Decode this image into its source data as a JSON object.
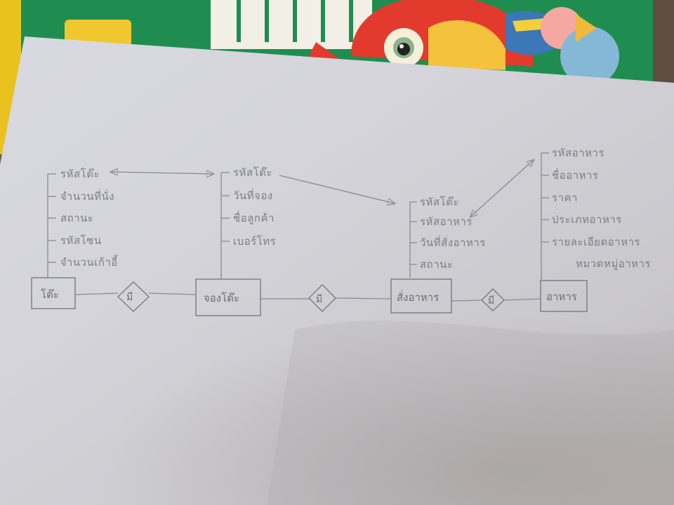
{
  "diagram": {
    "entities": [
      {
        "id": "table",
        "label": "โต๊ะ",
        "attributes": [
          "รหัสโต๊ะ",
          "จำนวนที่นั่ง",
          "สถานะ",
          "รหัสโซน",
          "จำนวนเก้าอี้"
        ]
      },
      {
        "id": "reserve",
        "label": "จองโต๊ะ",
        "attributes": [
          "รหัสโต๊ะ",
          "วันที่จอง",
          "ชื่อลูกค้า",
          "เบอร์โทร"
        ]
      },
      {
        "id": "order",
        "label": "สั่งอาหาร",
        "attributes": [
          "รหัสโต๊ะ",
          "รหัสอาหาร",
          "วันที่สั่งอาหาร",
          "สถานะ"
        ]
      },
      {
        "id": "food",
        "label": "อาหาร",
        "attributes": [
          "รหัสอาหาร",
          "ชื่ออาหาร",
          "ราคา",
          "ประเภทอาหาร",
          "รายละเอียดอาหาร",
          "หมวดหมู่อาหาร"
        ]
      }
    ],
    "relationships": [
      {
        "label": "มี",
        "from": "table",
        "to": "reserve"
      },
      {
        "label": "มี",
        "from": "reserve",
        "to": "order"
      },
      {
        "label": "มี",
        "from": "order",
        "to": "food"
      }
    ],
    "links": [
      {
        "from": "table.รหัสโต๊ะ",
        "to": "reserve.รหัสโต๊ะ",
        "style": "double-arrow"
      },
      {
        "from": "reserve.รหัสโต๊ะ",
        "to": "order.รหัสโต๊ะ",
        "style": "arrow"
      },
      {
        "from": "order.รหัสอาหาร",
        "to": "food.รหัสอาหาร",
        "style": "double-arrow"
      }
    ]
  }
}
